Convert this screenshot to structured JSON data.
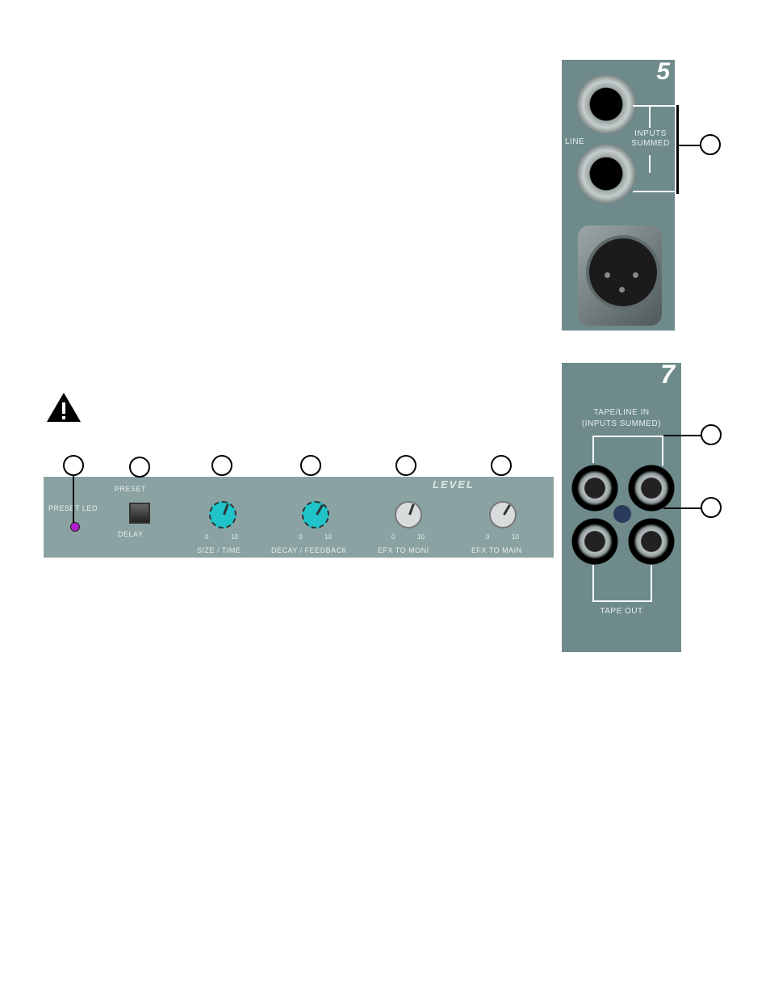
{
  "figure_5": {
    "number": "5",
    "line_label": "LINE",
    "inputs_summed_label": "INPUTS SUMMED"
  },
  "figure_7": {
    "number": "7",
    "tape_line_in_label": "TAPE/LINE IN",
    "inputs_summed_label": "(INPUTS SUMMED)",
    "tape_out_label": "TAPE OUT"
  },
  "control_strip": {
    "level_label": "LEVEL",
    "preset_label": "PRESET",
    "delay_label": "DELAY",
    "led_label": "PRESET LED",
    "knobs": [
      {
        "label": "SIZE / TIME",
        "min": "0",
        "max": "10",
        "color": "#1fc3c8"
      },
      {
        "label": "DECAY / FEEDBACK",
        "min": "0",
        "max": "10",
        "color": "#1fc3c8"
      },
      {
        "label": "EFX TO MONI",
        "min": "0",
        "max": "10",
        "color": "#d9dcdc"
      },
      {
        "label": "EFX TO MAIN",
        "min": "0",
        "max": "10",
        "color": "#d9dcdc"
      }
    ],
    "led_color": "#b21fd0"
  },
  "colors": {
    "panel": "#6e8a8a"
  }
}
